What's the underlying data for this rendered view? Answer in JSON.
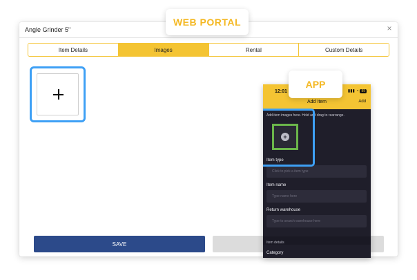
{
  "window": {
    "title": "Angle Grinder 5\"",
    "close_icon": "×"
  },
  "tabs": [
    {
      "label": "Item Details",
      "active": false
    },
    {
      "label": "Images",
      "active": true
    },
    {
      "label": "Rental",
      "active": false
    },
    {
      "label": "Custom Details",
      "active": false
    }
  ],
  "buttons": {
    "save": "SAVE"
  },
  "badges": {
    "web": "WEB PORTAL",
    "app": "APP"
  },
  "phone": {
    "time": "12:01",
    "signal": "▮▮▮",
    "wifi": "◔",
    "battery": "89",
    "title": "Add Item",
    "add_action": "Add",
    "hint": "Add item images here. Hold and drag to rearrange.",
    "fields": [
      {
        "label": "Item type",
        "placeholder": "Click to pick a item type"
      },
      {
        "label": "Item name",
        "placeholder": "Type name here"
      },
      {
        "label": "Return warehouse",
        "placeholder": "Type to search warehouse here"
      }
    ],
    "section": "Item details",
    "category_label": "Category"
  },
  "colors": {
    "accent": "#f4c433",
    "highlight": "#3ea0f5",
    "phone_bg": "#1f1e2a",
    "save_bg": "#2c4a8a",
    "green": "#6bb64a"
  },
  "icons": {
    "close": "close-icon",
    "add_image": "plus-icon",
    "phone_add_image": "plus-circle-icon"
  }
}
